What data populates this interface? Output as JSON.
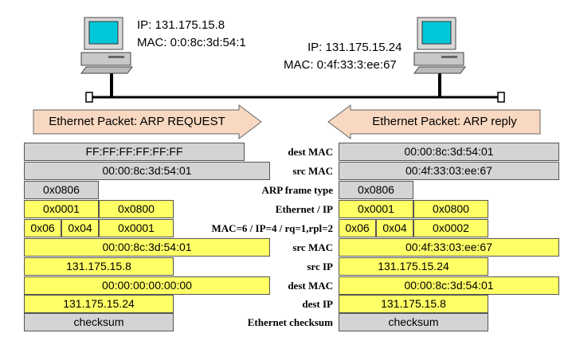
{
  "hosts": {
    "left": {
      "ip": "IP: 131.175.15.8",
      "mac": "MAC: 0:0:8c:3d:54:1"
    },
    "right": {
      "ip": "IP: 131.175.15.24",
      "mac": "MAC: 0:4f:33:3:ee:67"
    }
  },
  "arrows": {
    "request": "Ethernet Packet: ARP REQUEST",
    "reply": "Ethernet Packet: ARP reply"
  },
  "field_labels": {
    "dest_mac": "dest MAC",
    "src_mac": "src MAC",
    "frame_type": "ARP frame type",
    "eth_ip": "Ethernet / IP",
    "sizes": "MAC=6 / IP=4 / rq=1,rpl=2",
    "arp_src_mac": "src MAC",
    "src_ip": "src IP",
    "arp_dest_mac": "dest MAC",
    "dest_ip": "dest IP",
    "checksum": "Ethernet checksum"
  },
  "request": {
    "dest_mac": "FF:FF:FF:FF:FF:FF",
    "src_mac": "00:00:8c:3d:54:01",
    "frame_type": "0x0806",
    "eth": "0x0001",
    "ip": "0x0800",
    "mac_size": "0x06",
    "ip_size": "0x04",
    "op": "0x0001",
    "arp_src_mac": "00:00:8c:3d:54:01",
    "src_ip": "131.175.15.8",
    "arp_dest_mac": "00:00:00:00:00:00",
    "dest_ip": "131.175.15.24",
    "checksum": "checksum"
  },
  "reply": {
    "dest_mac": "00:00:8c:3d:54:01",
    "src_mac": "00:4f:33:03:ee:67",
    "frame_type": "0x0806",
    "eth": "0x0001",
    "ip": "0x0800",
    "mac_size": "0x06",
    "ip_size": "0x04",
    "op": "0x0002",
    "arp_src_mac": "00:4f:33:03:ee:67",
    "src_ip": "131.175.15.24",
    "arp_dest_mac": "00:00:8c:3d:54:01",
    "dest_ip": "131.175.15.8",
    "checksum": "checksum"
  },
  "colors": {
    "header": "#d4d4d4",
    "arp": "#ffff66",
    "arrow": "#f8d8c0"
  },
  "icons": [
    "computer-icon",
    "computer-icon"
  ]
}
